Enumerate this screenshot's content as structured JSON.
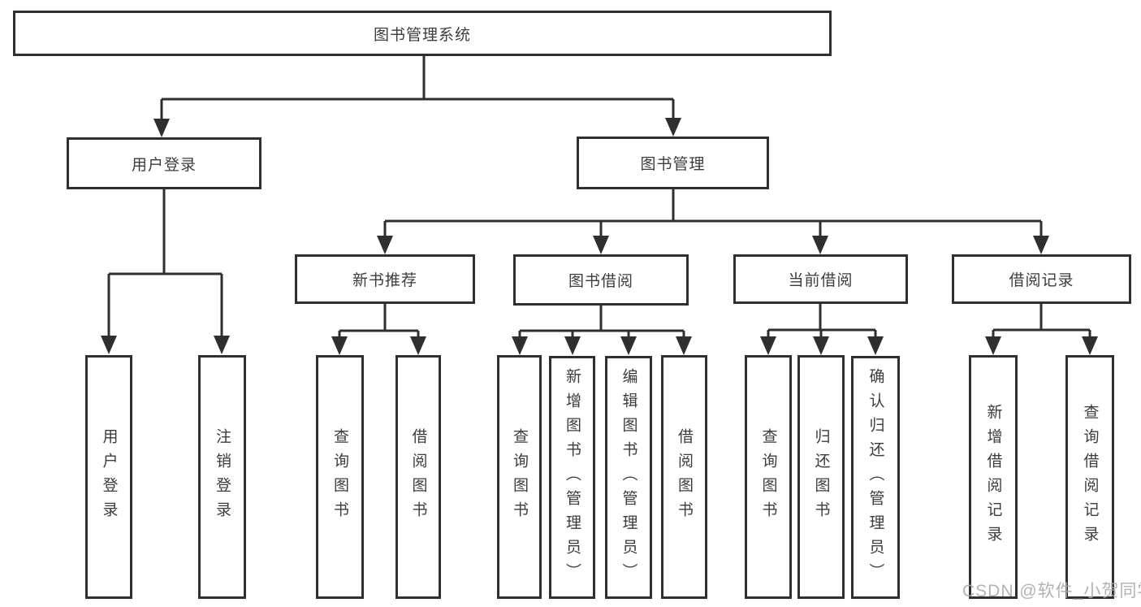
{
  "diagram": {
    "root": {
      "label": "图书管理系统"
    },
    "level2": [
      {
        "label": "用户登录"
      },
      {
        "label": "图书管理"
      }
    ],
    "level3": [
      {
        "label": "新书推荐"
      },
      {
        "label": "图书借阅"
      },
      {
        "label": "当前借阅"
      },
      {
        "label": "借阅记录"
      }
    ],
    "leaves": {
      "user_login": [
        {
          "label": "用户登录"
        },
        {
          "label": "注销登录"
        }
      ],
      "new_book": [
        {
          "label": "查询图书"
        },
        {
          "label": "借阅图书"
        }
      ],
      "book_borrow": [
        {
          "label": "查询图书"
        },
        {
          "label": "新增图书（管理员）"
        },
        {
          "label": "编辑图书（管理员）"
        },
        {
          "label": "借阅图书"
        }
      ],
      "current_borrow": [
        {
          "label": "查询图书"
        },
        {
          "label": "归还图书"
        },
        {
          "label": "确认归还（管理员）"
        }
      ],
      "records": [
        {
          "label": "新增借阅记录"
        },
        {
          "label": "查询借阅记录"
        }
      ]
    },
    "watermark": "CSDN @软件_小贺同学",
    "colors": {
      "line": "#2f2f2f",
      "text": "#3c3c3c",
      "watermark": "#ababab",
      "background": "#ffffff"
    }
  }
}
